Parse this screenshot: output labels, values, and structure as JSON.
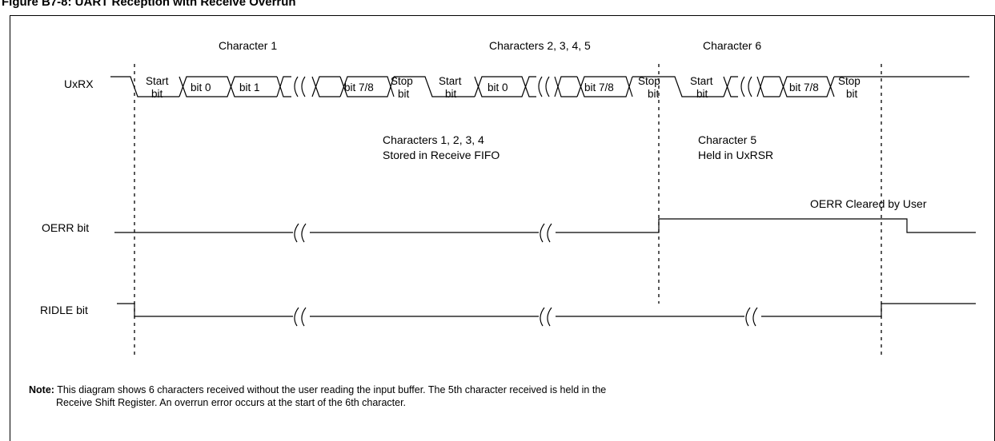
{
  "figure": {
    "title": "Figure B7-8:     UART Reception with Receive Overrun"
  },
  "labels": {
    "char1": "Character 1",
    "chars2to5": "Characters 2, 3, 4, 5",
    "char6": "Character 6",
    "uxrx": "UxRX",
    "oerr": "OERR bit",
    "ridle": "RIDLE bit",
    "start": "Start",
    "stop": "Stop",
    "bit": "bit",
    "bit0": "bit 0",
    "bit1": "bit 1",
    "bit78": "bit 7/8",
    "stored1": "Characters 1, 2, 3, 4",
    "stored2": "Stored in Receive FIFO",
    "held1": "Character 5",
    "held2": "Held in UxRSR",
    "oerr_cleared": "OERR Cleared by User"
  },
  "note": {
    "prefix": "Note:",
    "line1": "This diagram shows 6 characters received without the user reading the input buffer. The 5th character received is held in the",
    "line2": "Receive Shift Register. An overrun error occurs at the start of the 6th character."
  }
}
